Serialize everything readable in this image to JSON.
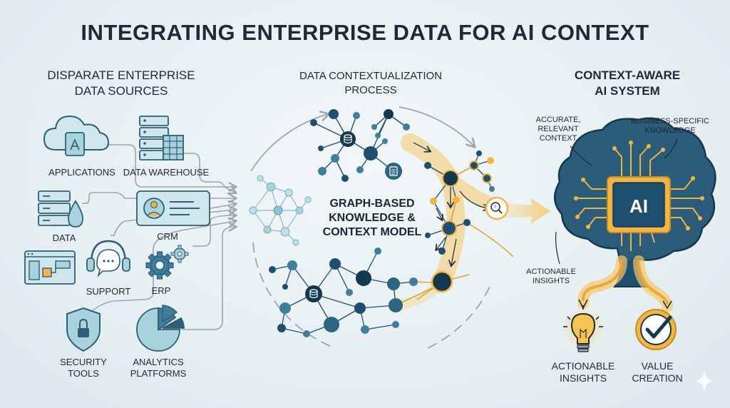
{
  "title": "INTEGRATING ENTERPRISE DATA FOR AI CONTEXT",
  "sections": {
    "sources_heading": [
      "DISPARATE ENTERPRISE",
      "DATA SOURCES"
    ],
    "process_heading": [
      "DATA CONTEXTUALIZATION",
      "PROCESS"
    ],
    "ai_heading": [
      "CONTEXT-AWARE",
      "AI SYSTEM"
    ]
  },
  "sources": [
    {
      "id": "applications",
      "label": "APPLICATIONS",
      "icon": "cloud-app-icon"
    },
    {
      "id": "data-warehouse",
      "label": "DATA WAREHOUSE",
      "icon": "server-table-icon"
    },
    {
      "id": "data",
      "label": "DATA",
      "icon": "server-drop-icon"
    },
    {
      "id": "crm",
      "label": "CRM",
      "icon": "contact-card-icon"
    },
    {
      "id": "support",
      "label": "SUPPORT",
      "icon": "headset-icon"
    },
    {
      "id": "erp",
      "label": "ERP",
      "icon": "gears-icon"
    },
    {
      "id": "security-tools",
      "label": "SECURITY\nTOOLS",
      "icon": "shield-lock-icon"
    },
    {
      "id": "analytics-platforms",
      "label": "ANALYTICS\nPLATFORMS",
      "icon": "pie-chart-icon"
    }
  ],
  "graph_model_label": "GRAPH-BASED\nKNOWLEDGE &\nCONTEXT MODEL",
  "ai": {
    "chip_label": "AI",
    "callouts": {
      "accurate": [
        "ACCURATE,",
        "RELEVANT",
        "CONTEXT"
      ],
      "business": [
        "BUSINESS-SPECIFIC",
        "KNOWLEDGE"
      ],
      "actionable": [
        "ACTIONABLE",
        "INSIGHTS"
      ]
    }
  },
  "outcomes": [
    {
      "id": "actionable-insights",
      "label": [
        "ACTIONABLE",
        "INSIGHTS"
      ],
      "icon": "lightbulb-icon"
    },
    {
      "id": "value-creation",
      "label": [
        "VALUE",
        "CREATION"
      ],
      "icon": "checkmark-icon"
    }
  ],
  "colors": {
    "navy": "#1f4f6e",
    "dark_navy": "#16384f",
    "teal": "#3f7f99",
    "light_teal": "#a9d3dc",
    "gold": "#f2b544",
    "gold_glow": "#f6c86a",
    "line_gray": "#9aa7ae"
  }
}
